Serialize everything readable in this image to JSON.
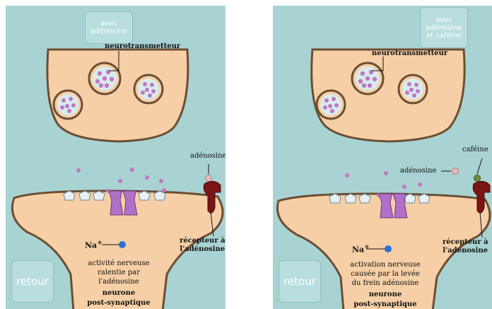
{
  "panels": [
    {
      "mode_button": "avec\nadénosine",
      "back_button": "retour",
      "neurotransmitter_label": "neurotransmetteur",
      "adenosine_label": "adénosine",
      "receptor_label": "récepteur à\nl'adénosine",
      "sodium_label": "Na",
      "sodium_charge": "+",
      "activity_text": "activité nerveuse\nralentie par\nl'adénosine",
      "neuron_label": "neurone\npost-synaptique"
    },
    {
      "mode_button": "avec\nadénosine\net caféine",
      "back_button": "retour",
      "neurotransmitter_label": "neurotransmetteur",
      "caffeine_label": "caféine",
      "adenosine_label": "adénosine",
      "receptor_label": "récepteur à\nl'adénosine",
      "sodium_label": "Na",
      "sodium_charge": "+",
      "activity_text": "activation nerveuse\ncausée par la levée\ndu frein adénosine",
      "neuron_label": "neurone\npost-synaptique"
    }
  ],
  "colors": {
    "background": "#a9d3d3",
    "neuron_fill": "#f6cfa6",
    "neuron_outline": "#6b4e33",
    "vesicle": "#c078c6",
    "channel": "#b070c8",
    "receptor": "#7a1515",
    "adenosine": "#e6b9b9",
    "caffeine": "#6f8f3a",
    "sodium": "#2f6fd8"
  }
}
